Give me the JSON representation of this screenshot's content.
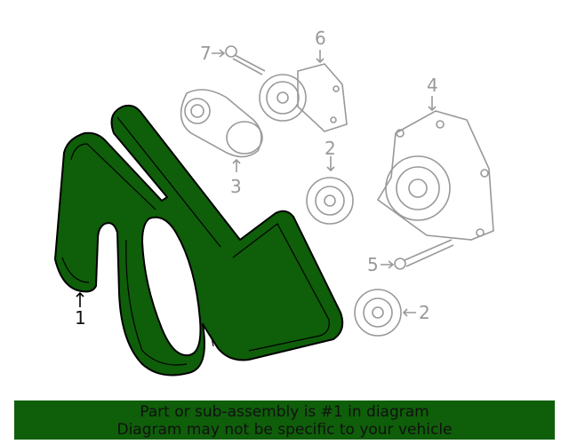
{
  "diagram": {
    "highlight_color": "#0f5e0a",
    "part_stroke_color": "#999999",
    "callouts": [
      {
        "number": "1",
        "part": "belt",
        "highlighted": true
      },
      {
        "number": "2",
        "part": "idler-pulley-upper"
      },
      {
        "number": "2",
        "part": "idler-pulley-lower"
      },
      {
        "number": "3",
        "part": "tensioner"
      },
      {
        "number": "4",
        "part": "water-pump"
      },
      {
        "number": "5",
        "part": "bolt"
      },
      {
        "number": "6",
        "part": "idler-bracket-assembly"
      },
      {
        "number": "7",
        "part": "bolt-upper"
      }
    ]
  },
  "banner": {
    "line1": "Part or sub-assembly is #1 in diagram",
    "line2": "Diagram may not be specific to your vehicle"
  }
}
